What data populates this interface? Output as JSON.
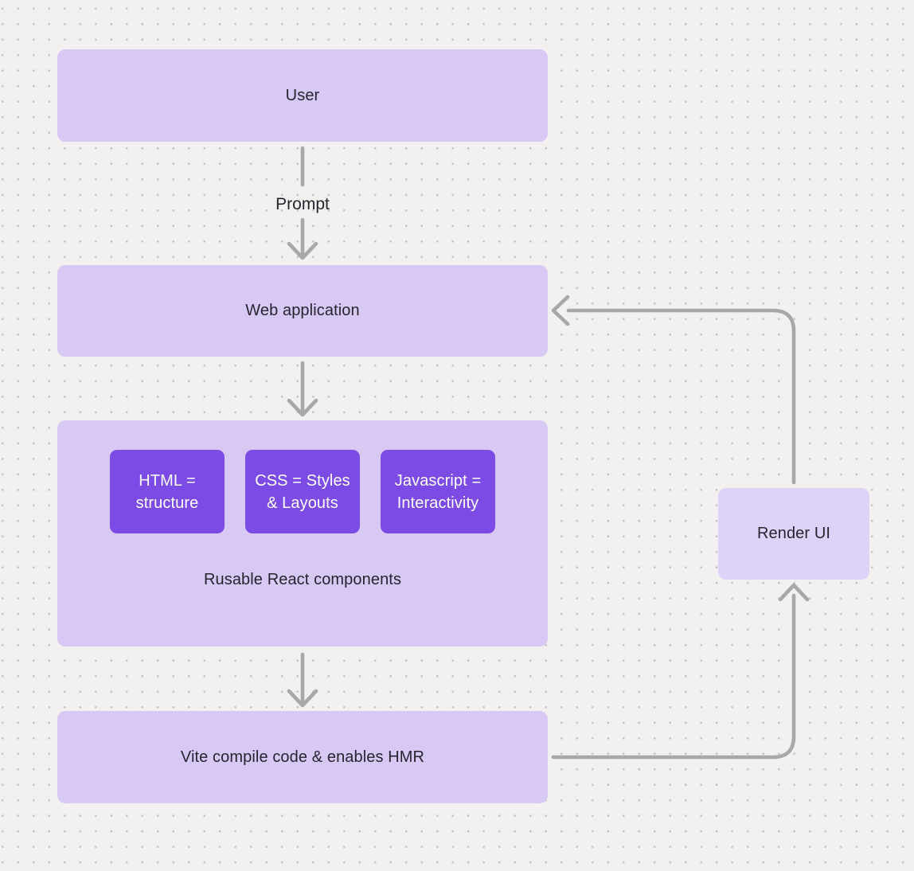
{
  "page": {
    "type": "flow-diagram",
    "background": "#f2f1ef",
    "dot_color": "#c7c5c3"
  },
  "colors": {
    "node_fill": "#d7c9f4",
    "node_fill_light": "#ddd3f8",
    "chip_fill": "#7c4be6",
    "chip_text": "#ffffff",
    "text": "#272430",
    "connector": "#a9a7a7"
  },
  "nodes": {
    "user": {
      "label": "User"
    },
    "web_application": {
      "label": "Web application"
    },
    "components_group": {
      "caption": "Rusable React components",
      "chips": [
        {
          "lines": [
            "HTML =",
            "structure"
          ]
        },
        {
          "lines": [
            "CSS = Styles",
            "& Layouts"
          ]
        },
        {
          "lines": [
            "Javascript =",
            "Interactivity"
          ]
        }
      ]
    },
    "vite": {
      "label": "Vite compile code & enables HMR"
    },
    "render_ui": {
      "label": "Render UI"
    }
  },
  "edges": [
    {
      "from": "user",
      "to": "web_application",
      "label": "Prompt"
    },
    {
      "from": "web_application",
      "to": "components_group",
      "label": ""
    },
    {
      "from": "components_group",
      "to": "vite",
      "label": ""
    },
    {
      "from": "vite",
      "to": "render_ui",
      "label": ""
    },
    {
      "from": "render_ui",
      "to": "web_application",
      "label": ""
    }
  ]
}
